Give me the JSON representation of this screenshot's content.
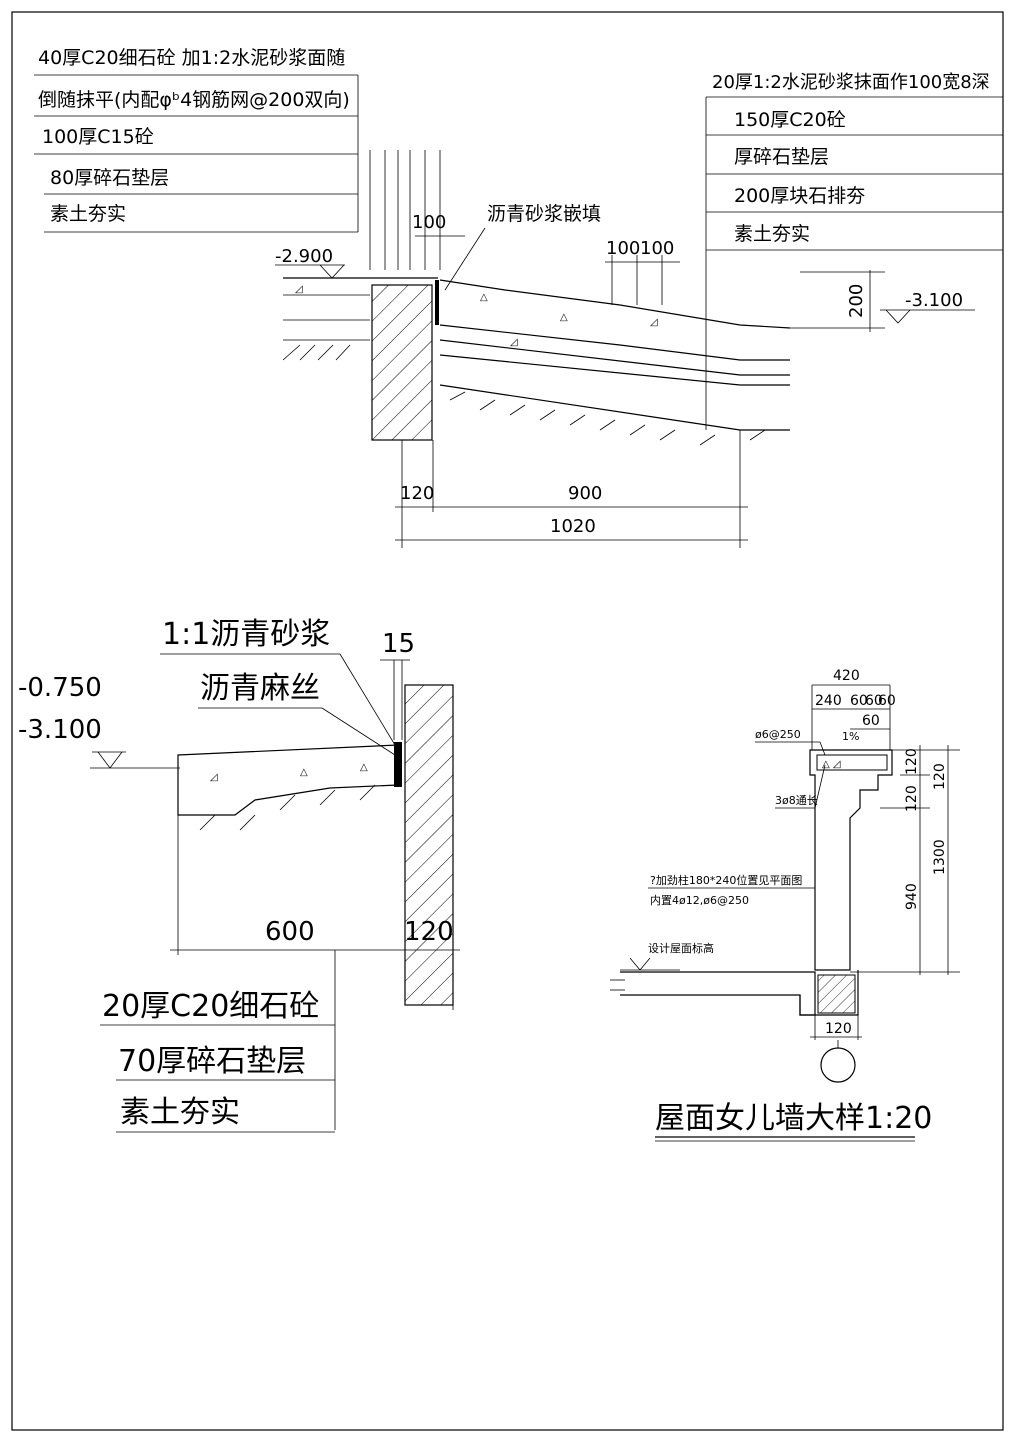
{
  "detail_a": {
    "left_notes": [
      "40厚C20细石砼  加1:2水泥砂浆面随",
      "倒随抹平(内配φᵇ4钢筋网@200双向)",
      "100厚C15砼",
      "80厚碎石垫层",
      "素土夯实"
    ],
    "right_notes": [
      "20厚1:2水泥砂浆抹面作100宽8深",
      "150厚C20砼",
      "厚碎石垫层",
      "200厚块石排夯",
      "素土夯实"
    ],
    "joint_label": "沥青砂浆嵌填",
    "elev_left": "-2.900",
    "elev_right": "-3.100",
    "dim_joint": "100",
    "dim_grooves": [
      "100",
      "100"
    ],
    "dim_height": "200",
    "dim_wall": "120",
    "dim_slab": "900",
    "dim_total": "1020"
  },
  "detail_b": {
    "label_mortar": "1:1沥青砂浆",
    "label_hemp": "沥青麻丝",
    "dim_gap": "15",
    "elev_top": "-0.750",
    "elev_bottom": "-3.100",
    "dim_apron": "600",
    "dim_wall": "120",
    "notes": [
      "20厚C20细石砼",
      "70厚碎石垫层",
      "素土夯实"
    ]
  },
  "detail_c": {
    "title": "屋面女儿墙大样1:20",
    "dim_top_total": "420",
    "dim_top_parts": [
      "240",
      "60",
      "60",
      "60"
    ],
    "dim_inner": "60",
    "slope": "1%",
    "rebar_top": "ø6@250",
    "rebar_long": "3ø8通长",
    "column_note": "?加劲柱180*240位置见平面图",
    "column_note2": "内置4ø12,ø6@250",
    "roof_level": "设计屋面标高",
    "dim_v_parts": [
      "120",
      "120",
      "940"
    ],
    "dim_v_120": "120",
    "dim_v_total": "1300",
    "dim_bottom": "120"
  }
}
